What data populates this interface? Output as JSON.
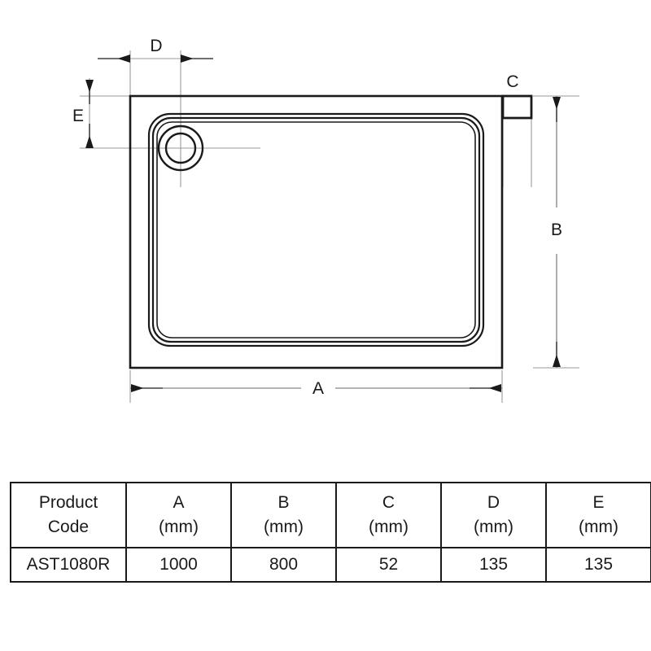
{
  "drawing": {
    "title": "shower-tray-technical-drawing",
    "line_color": "#1a1a1a",
    "thin_line_color": "#8a8a8a",
    "background": "#ffffff",
    "dimension_labels": {
      "a": "A",
      "b": "B",
      "c": "C",
      "d": "D",
      "e": "E"
    }
  },
  "table": {
    "headers": [
      {
        "line1": "Product",
        "line2": "Code"
      },
      {
        "line1": "A",
        "line2": "(mm)"
      },
      {
        "line1": "B",
        "line2": "(mm)"
      },
      {
        "line1": "C",
        "line2": "(mm)"
      },
      {
        "line1": "D",
        "line2": "(mm)"
      },
      {
        "line1": "E",
        "line2": "(mm)"
      }
    ],
    "rows": [
      {
        "product_code": "AST1080R",
        "a": "1000",
        "b": "800",
        "c": "52",
        "d": "135",
        "e": "135"
      }
    ]
  }
}
